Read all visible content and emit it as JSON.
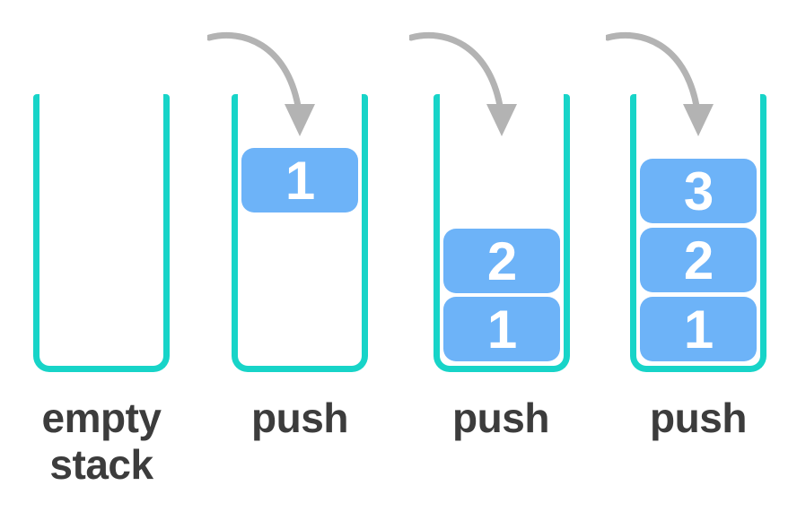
{
  "diagram": {
    "stacks": [
      {
        "label_line1": "empty",
        "label_line2": "stack",
        "blocks": []
      },
      {
        "label": "push",
        "blocks": [
          "1"
        ]
      },
      {
        "label": "push",
        "blocks": [
          "2",
          "1"
        ]
      },
      {
        "label": "push",
        "blocks": [
          "3",
          "2",
          "1"
        ]
      }
    ],
    "colors": {
      "background": "#ffffff",
      "container_border": "#17d4c8",
      "block_fill": "#6db3f8",
      "block_text": "#ffffff",
      "arrow": "#b3b3b3",
      "label_text": "#3c3c3c"
    }
  }
}
